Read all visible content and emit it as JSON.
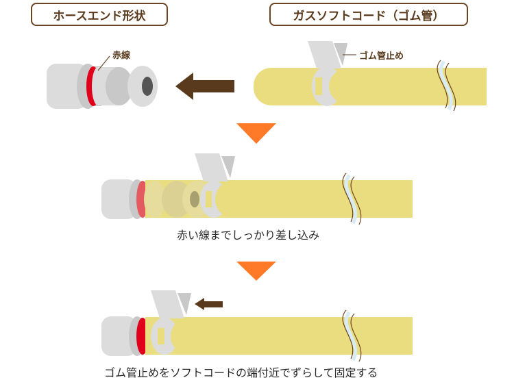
{
  "headers": {
    "hose_end": "ホースエンド形状",
    "gas_soft_cord": "ガスソフトコード（ゴム管）"
  },
  "annotations": {
    "red_line": "赤線",
    "hose_clamp": "ゴム管止め"
  },
  "steps": [
    {
      "caption": ""
    },
    {
      "caption": "赤い線までしっかり差し込み"
    },
    {
      "caption": "ゴム管止めをソフトコードの端付近でずらして固定する"
    }
  ],
  "colors": {
    "brown": "#5a3a1c",
    "hose_yellow": "#eadd80",
    "metal_light": "#dcdcdc",
    "metal_mid": "#c8c8c8",
    "red_line": "#e0001b",
    "orange_arrow": "#ff7a28",
    "break_blue": "#d8ecf5"
  }
}
